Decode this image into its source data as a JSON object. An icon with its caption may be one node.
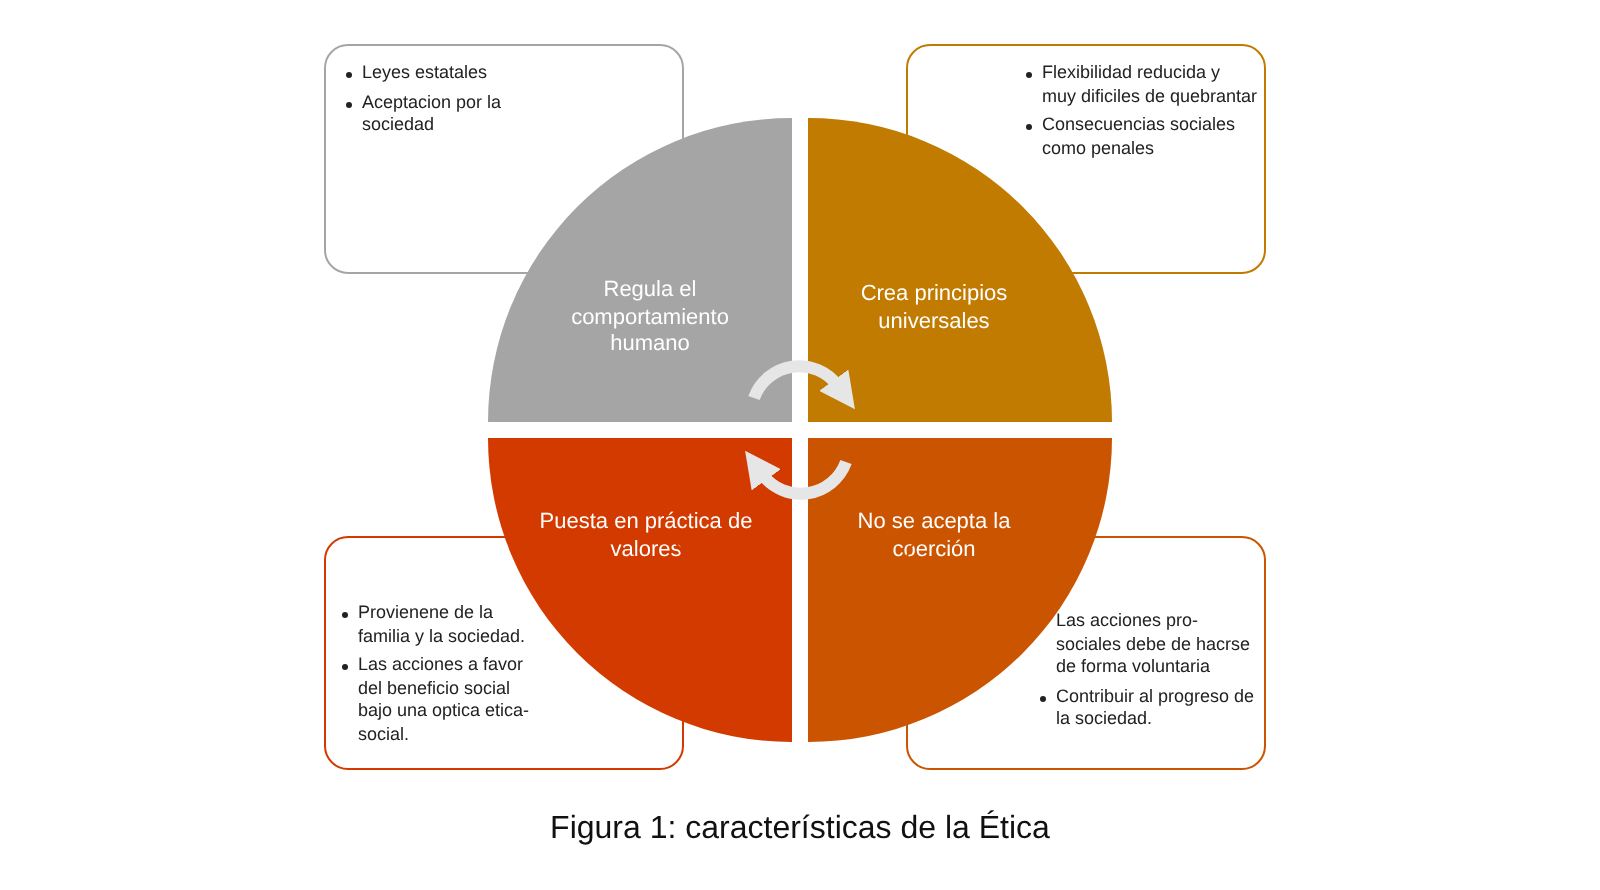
{
  "diagram": {
    "caption": "Figura 1: características de la Ética",
    "nodes": [
      {
        "text": [
          "Leyes estatales",
          "Aceptacion por la sociedad"
        ]
      },
      {
        "text": [
          "Flexibilidad reducida y muy dificiles de quebrantar",
          "Consecuencias sociales como penales"
        ]
      },
      {
        "text": [
          "Regula el comportamiento humano"
        ]
      },
      {
        "text": [
          "Crea principios universales"
        ]
      },
      {
        "text": [
          "Puesta en práctica de valores"
        ]
      },
      {
        "text": [
          "No se acepta la coerción"
        ]
      },
      {
        "text": [
          "Provienene de la familia y la sociedad.",
          "Las acciones a favor del beneficio social bajo una optica etica-social."
        ]
      },
      {
        "text": [
          "Las acciones pro-sociales debe de hacrse de forma voluntaria",
          "Contribuir al progreso de la sociedad."
        ]
      }
    ],
    "edges": [
      {
        "from": 2,
        "to": 3,
        "arrow": "to"
      },
      {
        "from": 5,
        "to": 4,
        "arrow": "to"
      }
    ]
  }
}
